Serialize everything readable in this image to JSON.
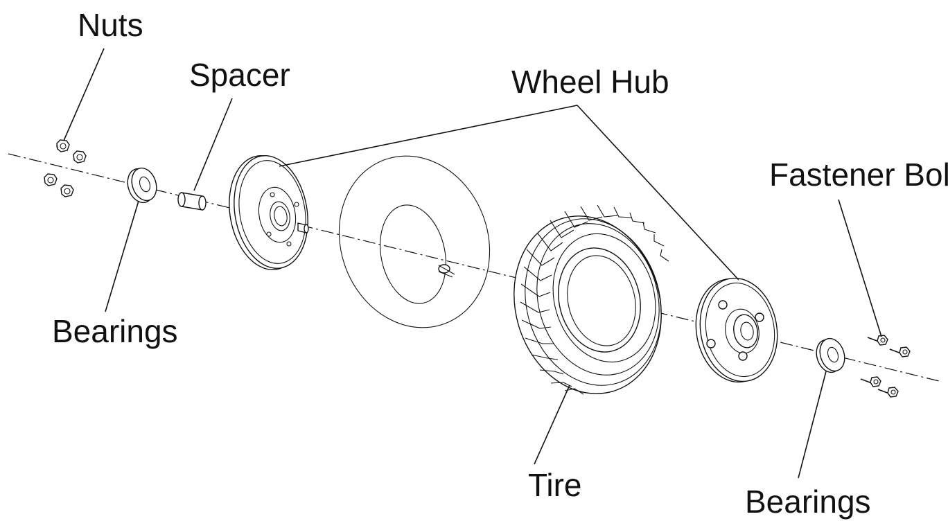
{
  "labels": {
    "nuts": "Nuts",
    "spacer": "Spacer",
    "wheel_hub": "Wheel Hub",
    "fastener_bolts": "Fastener Bolts",
    "bearings_left": "Bearings",
    "tire": "Tire",
    "bearings_right": "Bearings"
  },
  "colors": {
    "line": "#111111",
    "background": "#ffffff"
  }
}
